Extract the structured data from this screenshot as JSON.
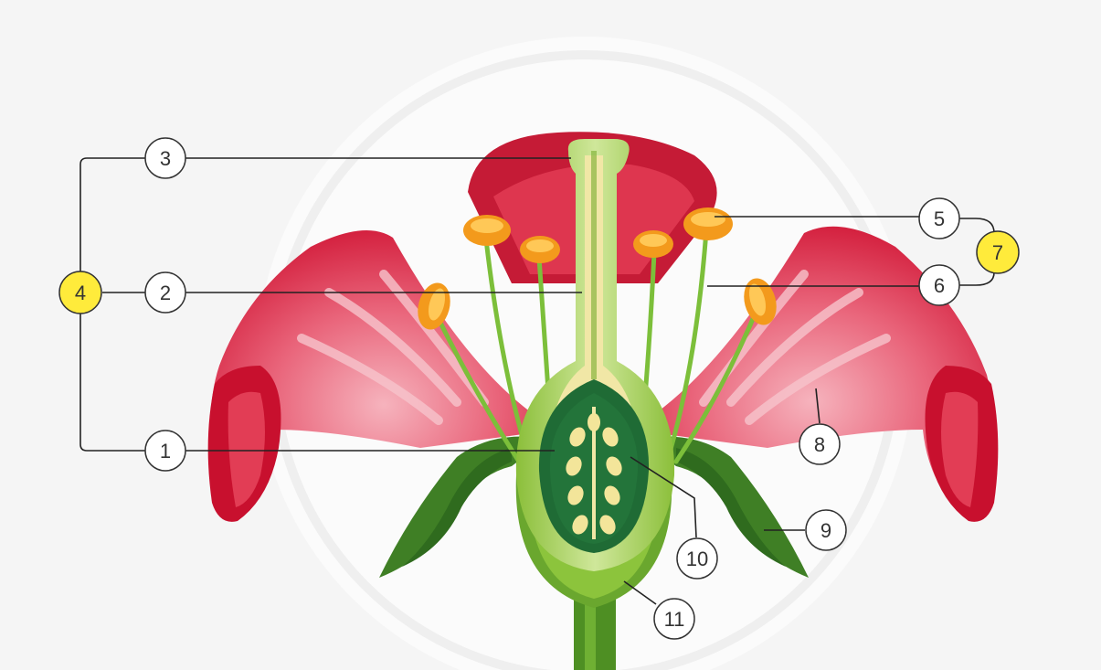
{
  "colors": {
    "background": "#f5f5f5",
    "halo": "#ffffff",
    "highlight_badge": "#ffeb3b",
    "petal_dark": "#c8102e",
    "petal_mid": "#e23d55",
    "petal_light": "#f08a9a",
    "green_dark": "#2f6b1e",
    "green_mid": "#5a9e2b",
    "green_light": "#a9d35a",
    "ovary_inner": "#1f6b35",
    "ovule": "#f3e59a",
    "anther": "#f4a020"
  },
  "labels": {
    "l1": "1",
    "l2": "2",
    "l3": "3",
    "l4": "4",
    "l5": "5",
    "l6": "6",
    "l7": "7",
    "l8": "8",
    "l9": "9",
    "l10": "10",
    "l11": "11"
  }
}
